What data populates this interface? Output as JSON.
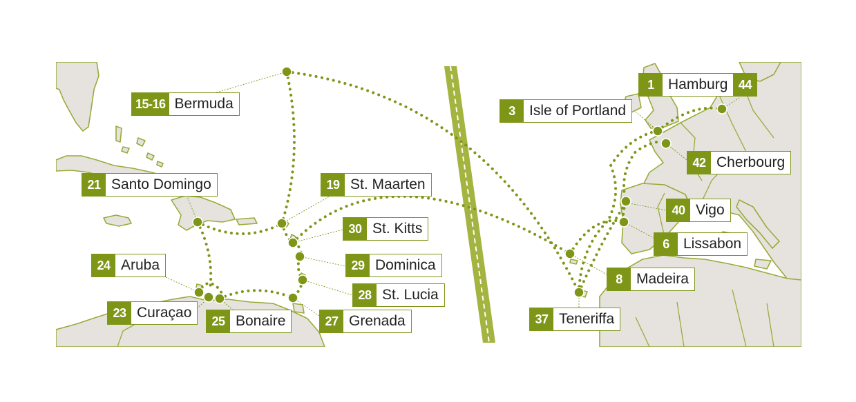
{
  "colors": {
    "accent": "#7e9618",
    "land": "#e6e3de",
    "coast": "#9aaa3a"
  },
  "stops": {
    "bermuda": {
      "num": "15-16",
      "name": "Bermuda"
    },
    "santo": {
      "num": "21",
      "name": "Santo Domingo"
    },
    "maarten": {
      "num": "19",
      "name": "St. Maarten"
    },
    "kitts": {
      "num": "30",
      "name": "St. Kitts"
    },
    "dominica": {
      "num": "29",
      "name": "Dominica"
    },
    "lucia": {
      "num": "28",
      "name": "St. Lucia"
    },
    "grenada": {
      "num": "27",
      "name": "Grenada"
    },
    "aruba": {
      "num": "24",
      "name": "Aruba"
    },
    "curacao": {
      "num": "23",
      "name": "Curaçao"
    },
    "bonaire": {
      "num": "25",
      "name": "Bonaire"
    },
    "hamburg": {
      "num": "1",
      "name": "Hamburg",
      "num2": "44"
    },
    "portland": {
      "num": "3",
      "name": "Isle of Portland"
    },
    "cherbourg": {
      "num": "42",
      "name": "Cherbourg"
    },
    "vigo": {
      "num": "40",
      "name": "Vigo"
    },
    "lissabon": {
      "num": "6",
      "name": "Lissabon"
    },
    "madeira": {
      "num": "8",
      "name": "Madeira"
    },
    "teneriffa": {
      "num": "37",
      "name": "Teneriffa"
    }
  }
}
